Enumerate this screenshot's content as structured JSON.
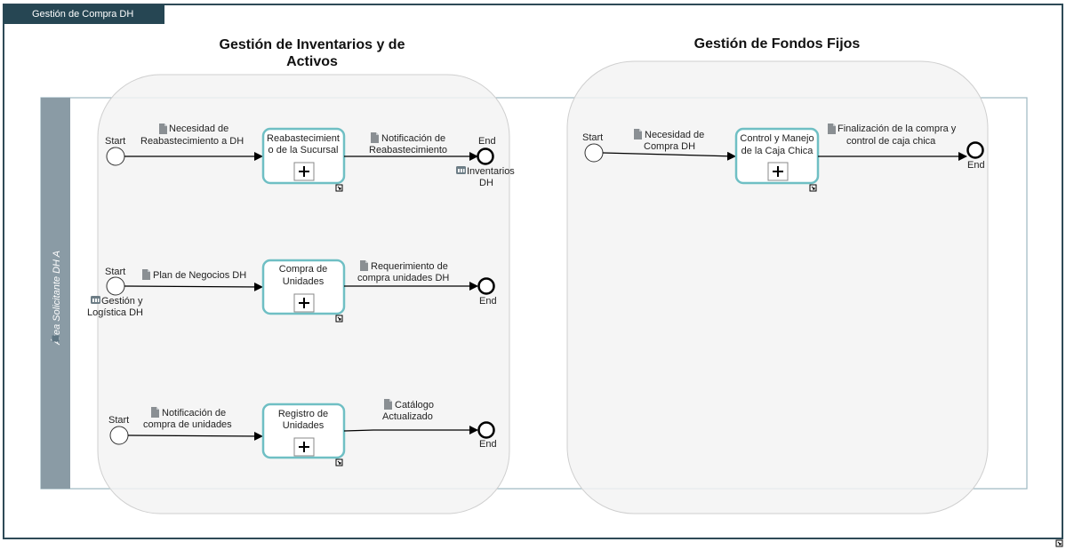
{
  "diagram": {
    "tab_title": "Gestión de Compra DH",
    "groups": {
      "inventarios": {
        "title_line1": "Gestión de Inventarios y de",
        "title_line2": "Activos"
      },
      "fondos": {
        "title": "Gestión de Fondos Fijos"
      }
    },
    "lane_label": "Área Solicitante DH A",
    "flows": {
      "f1": {
        "start_label": "Start",
        "in_doc_line1": "Necesidad de",
        "in_doc_line2": "Reabastecimiento a DH",
        "task_line1": "Reabastecimient",
        "task_line2": "o de la Sucursal",
        "out_doc_line1": "Notificación de",
        "out_doc_line2": "Reabastecimiento",
        "end_label": "End",
        "system_line1": "Inventarios",
        "system_line2": "DH"
      },
      "f2": {
        "start_label": "Start",
        "system_line1": "Gestión y",
        "system_line2": "Logística DH",
        "in_doc": "Plan de Negocios DH",
        "task_line1": "Compra de",
        "task_line2": "Unidades",
        "out_doc_line1": "Requerimiento de",
        "out_doc_line2": "compra unidades DH",
        "end_label": "End"
      },
      "f3": {
        "start_label": "Start",
        "in_doc_line1": "Notificación de",
        "in_doc_line2": "compra de unidades",
        "task_line1": "Registro de",
        "task_line2": "Unidades",
        "out_doc_line1": "Catálogo",
        "out_doc_line2": "Actualizado",
        "end_label": "End"
      },
      "f4": {
        "start_label": "Start",
        "in_doc_line1": "Necesidad de",
        "in_doc_line2": "Compra DH",
        "task_line1": "Control y Manejo",
        "task_line2": "de la Caja Chica",
        "out_doc_line1": "Finalización de la compra y",
        "out_doc_line2": "control de caja chica",
        "end_label": "End"
      }
    },
    "colors": {
      "frame": "#2e4a57",
      "tab_bg": "#264653",
      "lane_header": "#8a9ba5",
      "task_border": "#6fbfc4",
      "group_fill": "#f3f3f3",
      "group_stroke": "#cfcfcf",
      "lane_stroke": "#9db8c2"
    },
    "icons": {
      "document": "document-icon",
      "system": "database-icon",
      "subprocess": "plus-icon",
      "link": "link-icon"
    }
  }
}
